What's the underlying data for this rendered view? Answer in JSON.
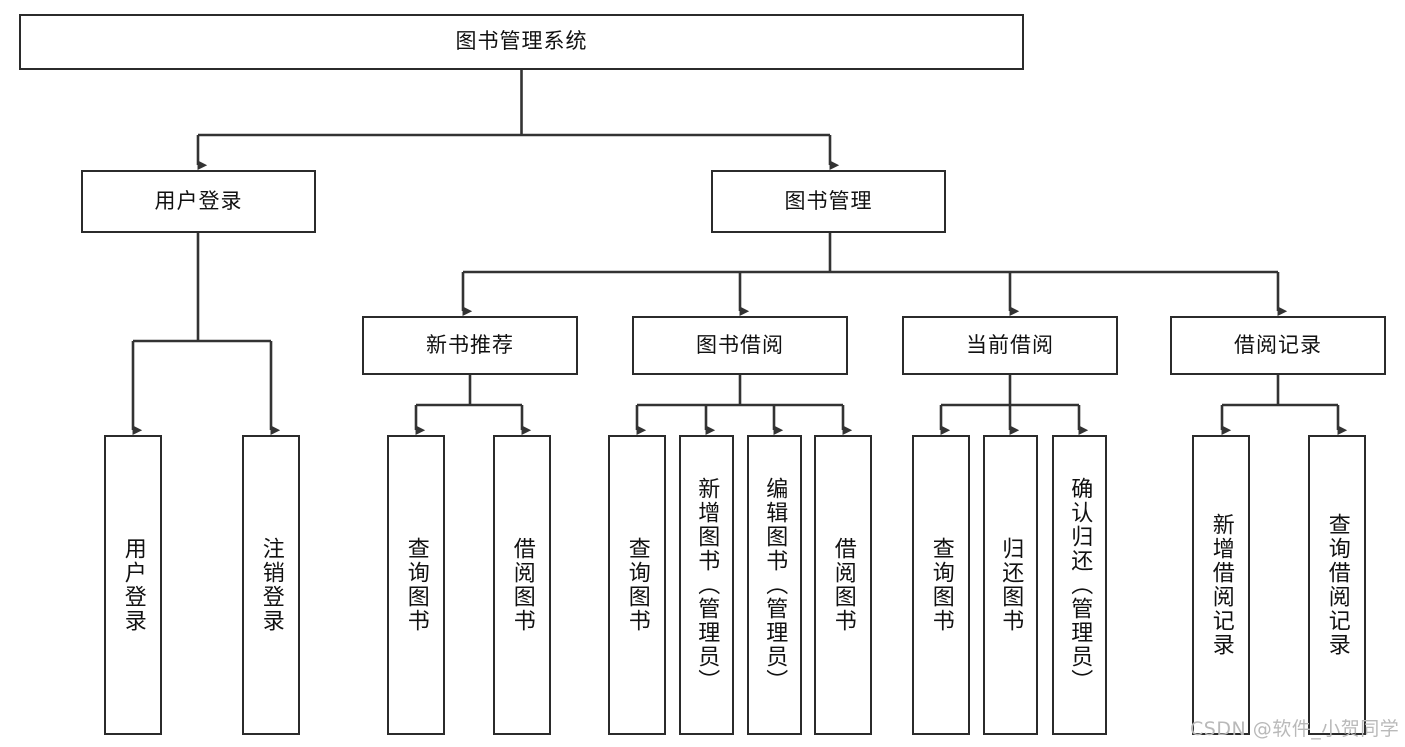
{
  "diagram": {
    "title": "图书管理系统",
    "type": "tree-hierarchy-diagram",
    "watermark": "CSDN @软件_小贺同学",
    "colors": {
      "box_border": "#2b2b2b",
      "box_fill": "#ffffff",
      "edge": "#333333",
      "text": "#111111",
      "watermark": "#b9b9b9",
      "background": "#ffffff"
    },
    "nodes": {
      "root": {
        "label": "图书管理系统",
        "orientation": "horizontal"
      },
      "level2": [
        {
          "id": "user-login",
          "label": "用户登录",
          "orientation": "horizontal"
        },
        {
          "id": "book-management",
          "label": "图书管理",
          "orientation": "horizontal"
        }
      ],
      "level3": [
        {
          "id": "new-book-recommend",
          "label": "新书推荐",
          "orientation": "horizontal"
        },
        {
          "id": "book-borrow",
          "label": "图书借阅",
          "orientation": "horizontal"
        },
        {
          "id": "current-borrow",
          "label": "当前借阅",
          "orientation": "horizontal"
        },
        {
          "id": "borrow-record",
          "label": "借阅记录",
          "orientation": "horizontal"
        }
      ],
      "leaves": [
        {
          "id": "leaf-user-login",
          "label": "用户登录",
          "orientation": "vertical",
          "parent": "user-login"
        },
        {
          "id": "leaf-user-logout",
          "label": "注销登录",
          "orientation": "vertical",
          "parent": "user-login"
        },
        {
          "id": "leaf-query-book-1",
          "label": "查询图书",
          "orientation": "vertical",
          "parent": "new-book-recommend"
        },
        {
          "id": "leaf-borrow-book-1",
          "label": "借阅图书",
          "orientation": "vertical",
          "parent": "new-book-recommend"
        },
        {
          "id": "leaf-query-book-2",
          "label": "查询图书",
          "orientation": "vertical",
          "parent": "book-borrow"
        },
        {
          "id": "leaf-add-book",
          "label": "新增图书（管理员）",
          "orientation": "vertical",
          "parent": "book-borrow"
        },
        {
          "id": "leaf-edit-book",
          "label": "编辑图书（管理员）",
          "orientation": "vertical",
          "parent": "book-borrow"
        },
        {
          "id": "leaf-borrow-book-2",
          "label": "借阅图书",
          "orientation": "vertical",
          "parent": "book-borrow"
        },
        {
          "id": "leaf-query-book-3",
          "label": "查询图书",
          "orientation": "vertical",
          "parent": "current-borrow"
        },
        {
          "id": "leaf-return-book",
          "label": "归还图书",
          "orientation": "vertical",
          "parent": "current-borrow"
        },
        {
          "id": "leaf-confirm-return",
          "label": "确认归还（管理员）",
          "orientation": "vertical",
          "parent": "current-borrow"
        },
        {
          "id": "leaf-add-record",
          "label": "新增借阅记录",
          "orientation": "vertical",
          "parent": "borrow-record"
        },
        {
          "id": "leaf-query-record",
          "label": "查询借阅记录",
          "orientation": "vertical",
          "parent": "borrow-record"
        }
      ]
    }
  }
}
